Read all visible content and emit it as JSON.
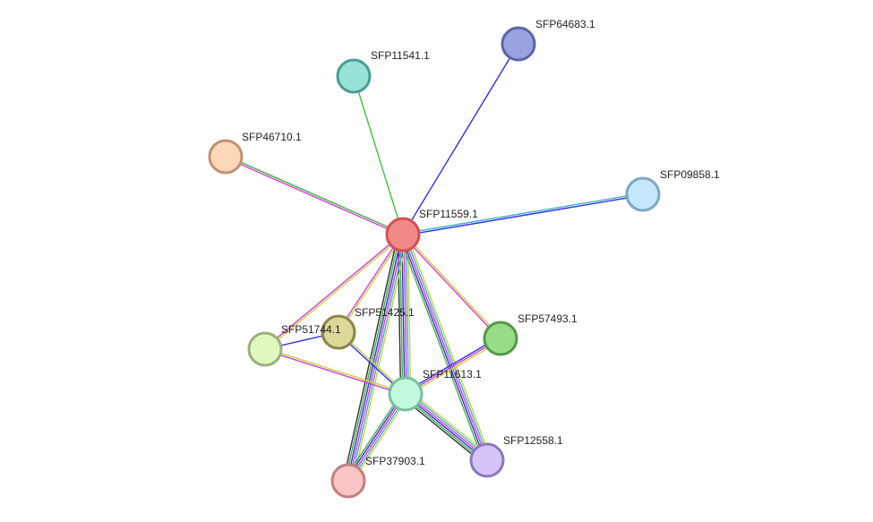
{
  "nodes": [
    {
      "id": "SFP11559.1",
      "label": "SFP11559.1",
      "fill": "#f08a8a",
      "stroke": "#d25050"
    },
    {
      "id": "SFP64683.1",
      "label": "SFP64683.1",
      "fill": "#98a2df",
      "stroke": "#5a64a8"
    },
    {
      "id": "SFP11541.1",
      "label": "SFP11541.1",
      "fill": "#98e2d8",
      "stroke": "#4a9c90"
    },
    {
      "id": "SFP46710.1",
      "label": "SFP46710.1",
      "fill": "#fcd8b8",
      "stroke": "#c09070"
    },
    {
      "id": "SFP09858.1",
      "label": "SFP09858.1",
      "fill": "#c4e8fa",
      "stroke": "#7aa8c4"
    },
    {
      "id": "SFP51425.1",
      "label": "SFP51425.1",
      "fill": "#dcd898",
      "stroke": "#8a8648"
    },
    {
      "id": "SFP51744.1",
      "label": "SFP51744.1",
      "fill": "#e0f8c0",
      "stroke": "#9ab07a"
    },
    {
      "id": "SFP57493.1",
      "label": "SFP57493.1",
      "fill": "#98dc88",
      "stroke": "#54984a"
    },
    {
      "id": "SFP11613.1",
      "label": "SFP11613.1",
      "fill": "#c4f8dc",
      "stroke": "#78c09c"
    },
    {
      "id": "SFP12558.1",
      "label": "SFP12558.1",
      "fill": "#d4c4f8",
      "stroke": "#8a78c0"
    },
    {
      "id": "SFP37903.1",
      "label": "SFP37903.1",
      "fill": "#f8c4c4",
      "stroke": "#c08080"
    }
  ],
  "edges": [
    {
      "source": "SFP11559.1",
      "target": "SFP64683.1",
      "colors": [
        "#3030dd"
      ]
    },
    {
      "source": "SFP11559.1",
      "target": "SFP11541.1",
      "colors": [
        "#40c040"
      ]
    },
    {
      "source": "SFP11559.1",
      "target": "SFP46710.1",
      "colors": [
        "#d040d0",
        "#40b040"
      ]
    },
    {
      "source": "SFP11559.1",
      "target": "SFP09858.1",
      "colors": [
        "#40b0d0",
        "#3030dd"
      ]
    },
    {
      "source": "SFP11559.1",
      "target": "SFP51744.1",
      "colors": [
        "#c8d040",
        "#d040d0"
      ]
    },
    {
      "source": "SFP11559.1",
      "target": "SFP51425.1",
      "colors": [
        "#c8d040",
        "#d040d0"
      ]
    },
    {
      "source": "SFP11559.1",
      "target": "SFP57493.1",
      "colors": [
        "#c8d040",
        "#d040d0"
      ]
    },
    {
      "source": "SFP11559.1",
      "target": "SFP11613.1",
      "colors": [
        "#c8d040",
        "#40b0d0",
        "#d040d0",
        "#3030dd",
        "#40b040",
        "#303030"
      ]
    },
    {
      "source": "SFP11559.1",
      "target": "SFP12558.1",
      "colors": [
        "#c8d040",
        "#40b0d0",
        "#d040d0",
        "#3030dd",
        "#40b040"
      ]
    },
    {
      "source": "SFP11559.1",
      "target": "SFP37903.1",
      "colors": [
        "#c8d040",
        "#40b0d0",
        "#d040d0",
        "#3030dd",
        "#40b040",
        "#303030"
      ]
    },
    {
      "source": "SFP51744.1",
      "target": "SFP51425.1",
      "colors": [
        "#3030dd"
      ]
    },
    {
      "source": "SFP51744.1",
      "target": "SFP11613.1",
      "colors": [
        "#c8d040",
        "#d040d0"
      ]
    },
    {
      "source": "SFP51425.1",
      "target": "SFP11613.1",
      "colors": [
        "#c8d040",
        "#3030dd"
      ]
    },
    {
      "source": "SFP57493.1",
      "target": "SFP11613.1",
      "colors": [
        "#c8d040",
        "#d040d0",
        "#3030dd"
      ]
    },
    {
      "source": "SFP11613.1",
      "target": "SFP12558.1",
      "colors": [
        "#c8d040",
        "#40b0d0",
        "#d040d0",
        "#3030dd",
        "#40b040",
        "#303030"
      ]
    },
    {
      "source": "SFP11613.1",
      "target": "SFP37903.1",
      "colors": [
        "#c8d040",
        "#40b0d0",
        "#d040d0",
        "#3030dd",
        "#40b040"
      ]
    }
  ]
}
